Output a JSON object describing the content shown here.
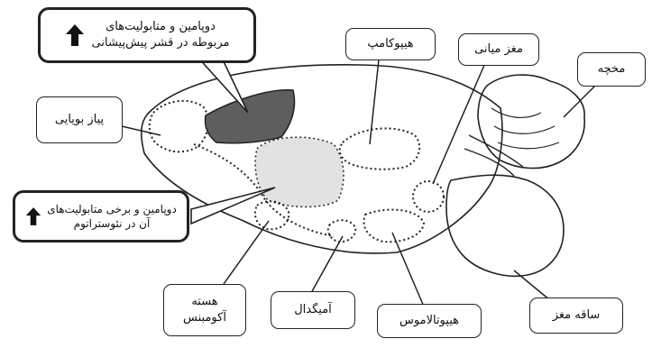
{
  "labels": {
    "dopamine_prefrontal": {
      "line1": "دوپامین و متابولیت‌های",
      "line2": "مربوطه در قشر پیش‌پیشانی"
    },
    "dopamine_striatum": {
      "line1": "دوپامین و برخی متابولیت‌های",
      "line2": "آن در نئوستراتوم"
    },
    "hippocampus": "هیپوکامپ",
    "midbrain": "مغز میانی",
    "cerebellum": "مخچه",
    "olfactory_bulb": "پیاز بویایی",
    "nucleus_accumbens": {
      "line1": "هسته",
      "line2": "آکومبنس"
    },
    "amygdala": "آمیگدال",
    "hypothalamus": "هیپوتالاموس",
    "brainstem": "ساقه مغز"
  },
  "colors": {
    "prefrontal_fill": "#5e5e5e",
    "striatum_fill": "#e2e2e2",
    "outline": "#222222"
  },
  "icons": {
    "increase": "up-arrow-icon"
  }
}
